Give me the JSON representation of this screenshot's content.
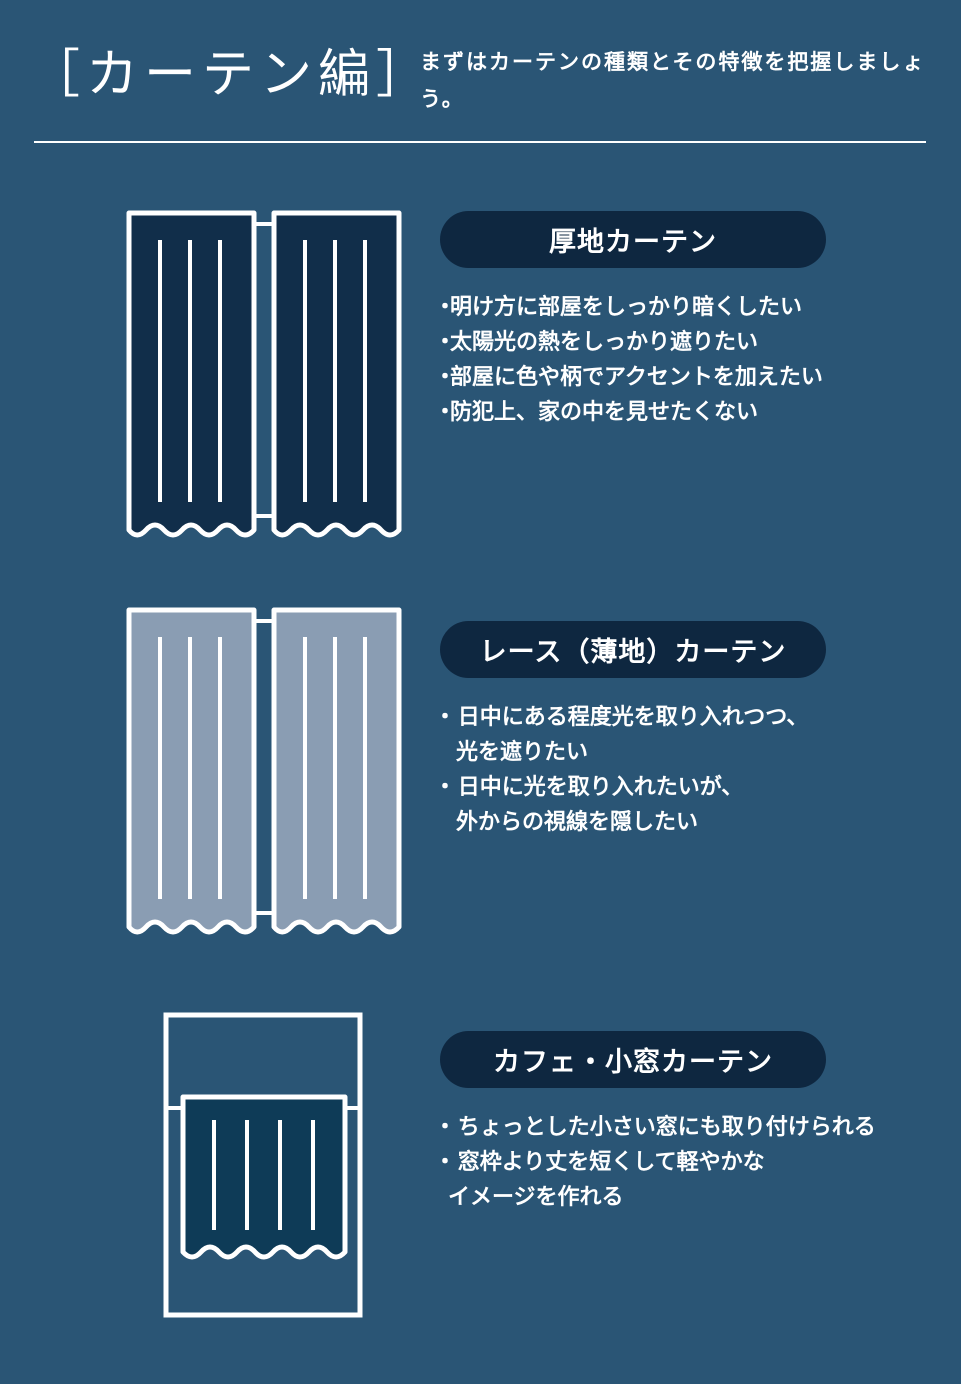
{
  "header": {
    "title": "［カーテン編］",
    "intro": "まずはカーテンの種類とその特徴を把握しましょう。"
  },
  "colors": {
    "background": "#2a5575",
    "pill": "#0e2740",
    "thick_curtain": "#112e4a",
    "lace_curtain": "#8a9db3",
    "cafe_curtain": "#0e3b57"
  },
  "sections": [
    {
      "label": "厚地カーテン",
      "icon": "thick-curtain-icon",
      "items": [
        "明け方に部屋をしっかり暗くしたい",
        "太陽光の熱をしっかり遮りたい",
        "部屋に色や柄でアクセントを加えたい",
        "防犯上、家の中を見せたくない"
      ]
    },
    {
      "label": "レース（薄地）カーテン",
      "icon": "lace-curtain-icon",
      "items": [
        [
          "日中にある程度光を取り入れつつ、",
          "光を遮りたい"
        ],
        [
          "日中に光を取り入れたいが、",
          "外からの視線を隠したい"
        ]
      ]
    },
    {
      "label": "カフェ・小窓カーテン",
      "icon": "cafe-curtain-icon",
      "items": [
        [
          "ちょっとした小さい窓にも取り付けられる"
        ],
        [
          "窓枠より丈を短くして軽やかな",
          "イメージを作れる"
        ]
      ]
    }
  ]
}
